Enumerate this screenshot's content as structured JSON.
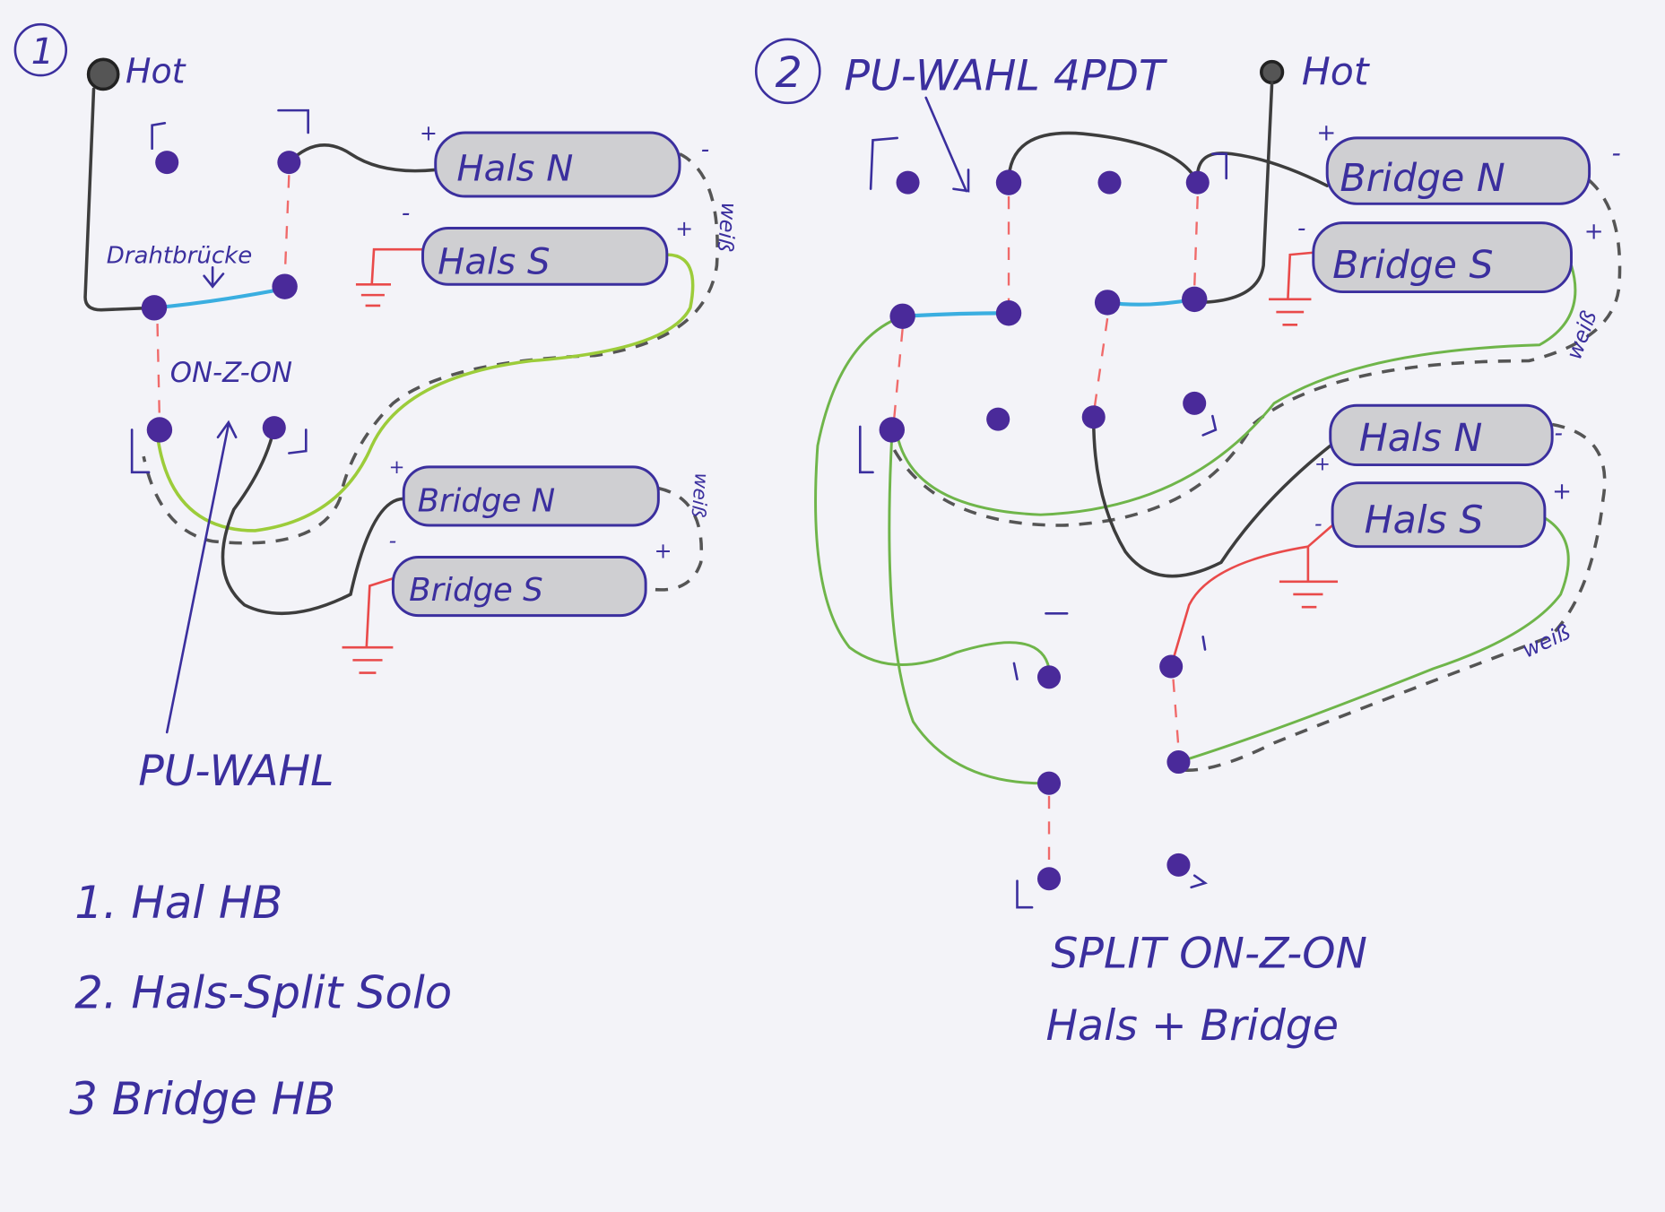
{
  "diagram1": {
    "number": "1",
    "hot_label": "Hot",
    "bridge_label": "Drahtbrücke",
    "switch_label": "ON-Z-ON",
    "selector_label": "PU-WAHL",
    "pickups": {
      "hals_n": "Hals N",
      "hals_s": "Hals S",
      "bridge_n": "Bridge N",
      "bridge_s": "Bridge S"
    },
    "weiss": "weiß",
    "plus": "+",
    "minus": "-",
    "positions": [
      "1. Hal HB",
      "2. Hals-Split Solo",
      "3 Bridge HB"
    ]
  },
  "diagram2": {
    "number": "2",
    "title": "PU-WAHL 4PDT",
    "hot_label": "Hot",
    "pickups": {
      "bridge_n": "Bridge N",
      "bridge_s": "Bridge S",
      "hals_n": "Hals N",
      "hals_s": "Hals S"
    },
    "weiss": "weiß",
    "split_label": "SPLIT ON-Z-ON",
    "split_sub": "Hals + Bridge"
  },
  "colors": {
    "ink": "#3b2f9e",
    "hot_wire": "#3d3d3d",
    "ground": "#e94a4a",
    "bridge_wire": "#3aaee0",
    "signal": "#6fb54a"
  }
}
